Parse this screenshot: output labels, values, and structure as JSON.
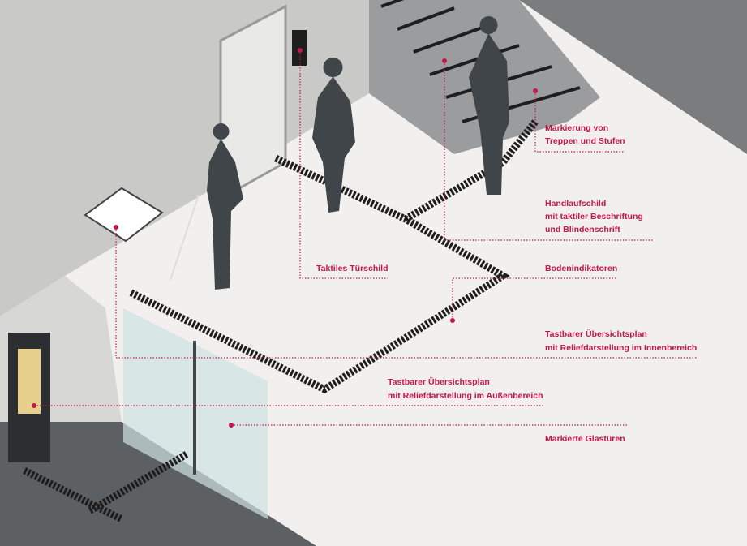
{
  "colors": {
    "accent": "#c4164a",
    "figure": "#3f4548",
    "floor": "#f1f0ee",
    "wall": "#c9c9c7",
    "dark_wall": "#7b7c7d",
    "outside": "#5d6063"
  },
  "labels": {
    "stairs": [
      "Markierung von",
      "Treppen und Stufen"
    ],
    "handrail": [
      "Handlaufschild",
      "mit taktiler Beschriftung",
      "und Blindenschrift"
    ],
    "door_sign": [
      "Taktiles Türschild"
    ],
    "floor_indicators": [
      "Bodenindikatoren"
    ],
    "plan_inside": [
      "Tastbarer Übersichtsplan",
      "mit Reliefdarstellung im Innenbereich"
    ],
    "plan_outside": [
      "Tastbarer Übersichtsplan",
      "mit Reliefdarstellung im Außenbereich"
    ],
    "glass_doors": [
      "Markierte Glastüren"
    ]
  }
}
